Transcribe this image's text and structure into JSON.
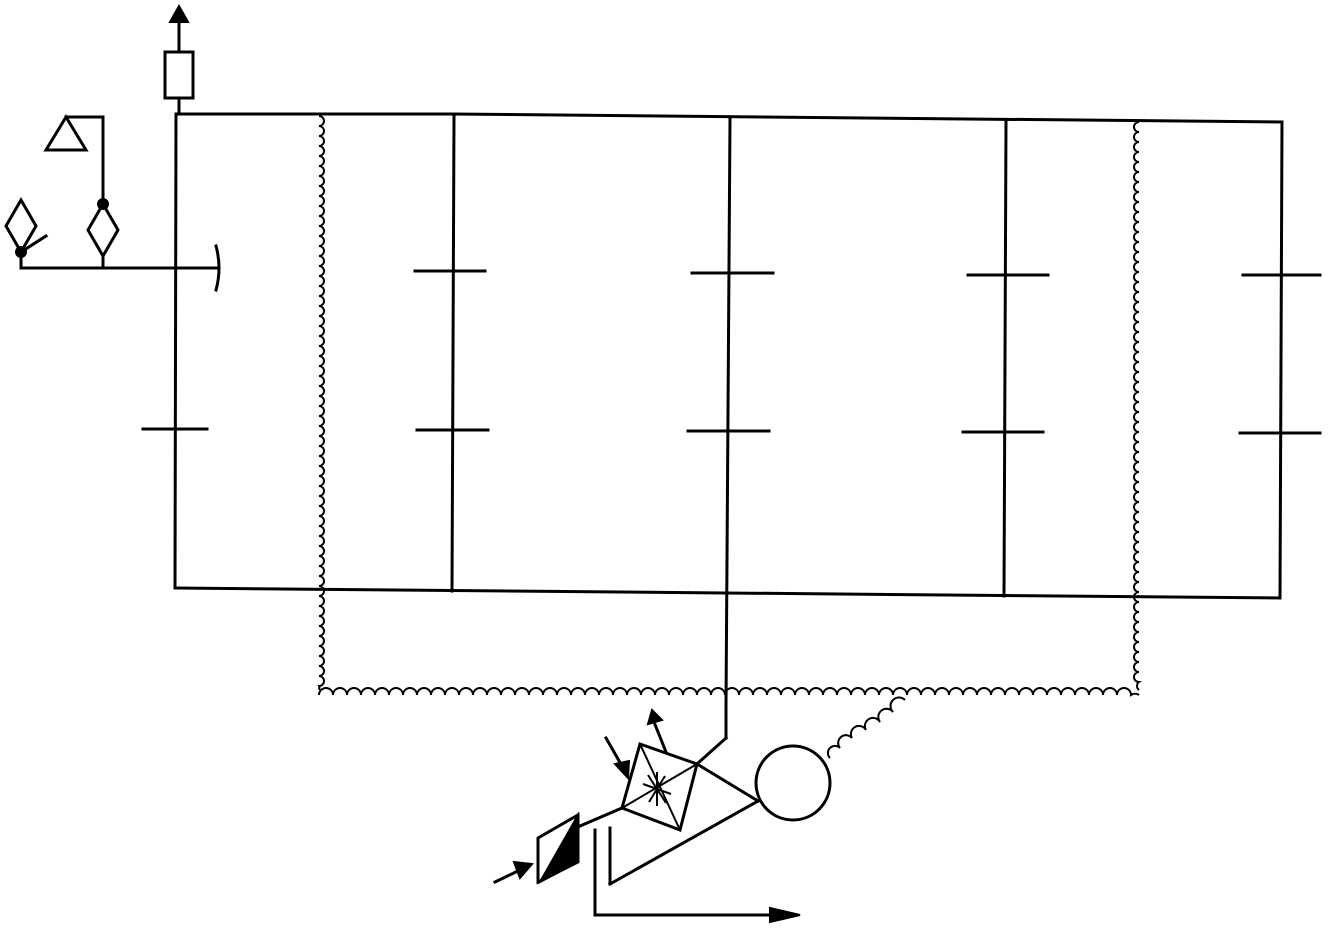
{
  "diagram": {
    "kind": "schematic line drawing (no printed text)",
    "stroke_color": "#000000",
    "background_color": "#ffffff",
    "components": [
      "outlet-arrow-icon",
      "filter-box",
      "triangle-symbol",
      "diamond-valve-left",
      "diamond-valve-right",
      "main-frame",
      "cell-columns",
      "wavy-enclosure",
      "pump-unit",
      "motor-circle",
      "inlet-arrow-icon",
      "outlet-arrow-bottom-icon"
    ],
    "column_count": 5,
    "plates_per_column": 2
  }
}
